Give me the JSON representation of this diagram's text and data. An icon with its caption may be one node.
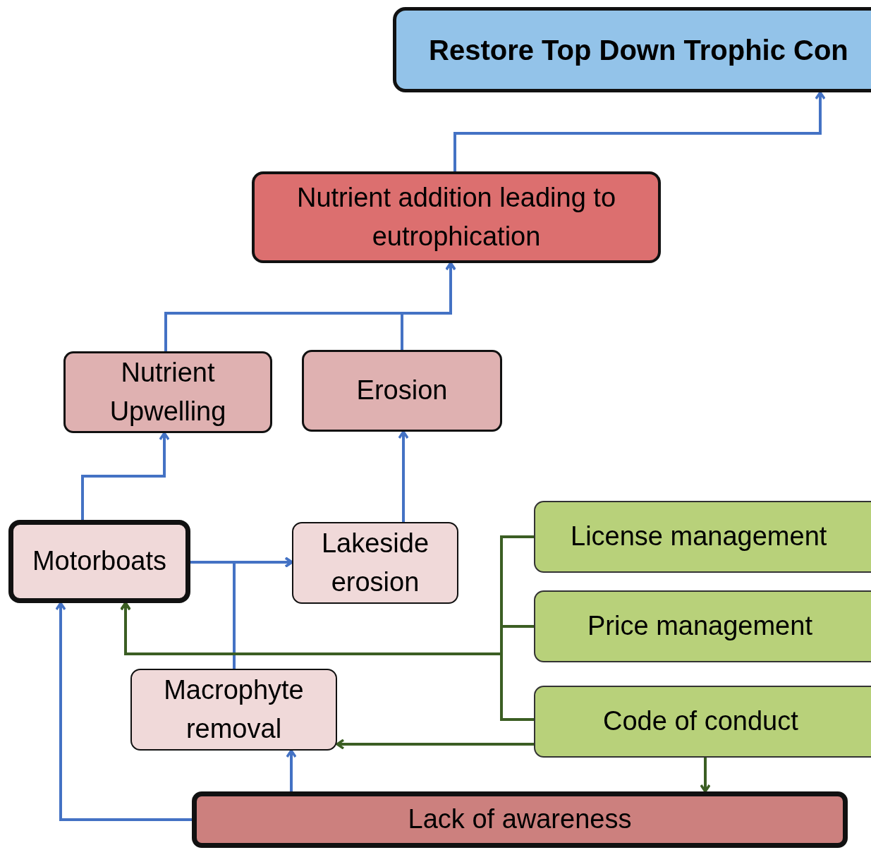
{
  "diagram": {
    "nodes": [
      {
        "text": [
          "Restore Top Down Trophic Con"
        ]
      },
      {
        "text": [
          "Nutrient addition leading to eutrophication"
        ]
      },
      {
        "text": [
          "Nutrient Upwelling"
        ]
      },
      {
        "text": [
          "Erosion"
        ]
      },
      {
        "text": [
          "Motorboats"
        ]
      },
      {
        "text": [
          "Lakeside erosion"
        ]
      },
      {
        "text": [
          "License management"
        ]
      },
      {
        "text": [
          "Price management"
        ]
      },
      {
        "text": [
          "Macrophyte removal"
        ]
      },
      {
        "text": [
          "Code of conduct"
        ]
      },
      {
        "text": [
          "Lack of awareness"
        ]
      }
    ],
    "edges": [
      {
        "from": 1,
        "to": 0,
        "arrow": "to"
      },
      {
        "from": 2,
        "to": 1,
        "arrow": "to"
      },
      {
        "from": 3,
        "to": 1,
        "arrow": "to"
      },
      {
        "from": 4,
        "to": 2,
        "arrow": "to"
      },
      {
        "from": 5,
        "to": 3,
        "arrow": "to"
      },
      {
        "from": 4,
        "to": 5,
        "arrow": "to"
      },
      {
        "from": 8,
        "to": 5,
        "arrow": "to"
      },
      {
        "from": 10,
        "to": 4,
        "arrow": "to"
      },
      {
        "from": 10,
        "to": 8,
        "arrow": "to"
      },
      {
        "from": 6,
        "to": 4,
        "arrow": "to",
        "color": "#3b5e23"
      },
      {
        "from": 7,
        "to": 4,
        "arrow": "to",
        "color": "#3b5e23"
      },
      {
        "from": 9,
        "to": 4,
        "arrow": "to",
        "color": "#3b5e23"
      },
      {
        "from": 9,
        "to": 8,
        "arrow": "to",
        "color": "#3b5e23"
      },
      {
        "from": 9,
        "to": 10,
        "arrow": "to",
        "color": "#3b5e23"
      }
    ]
  }
}
